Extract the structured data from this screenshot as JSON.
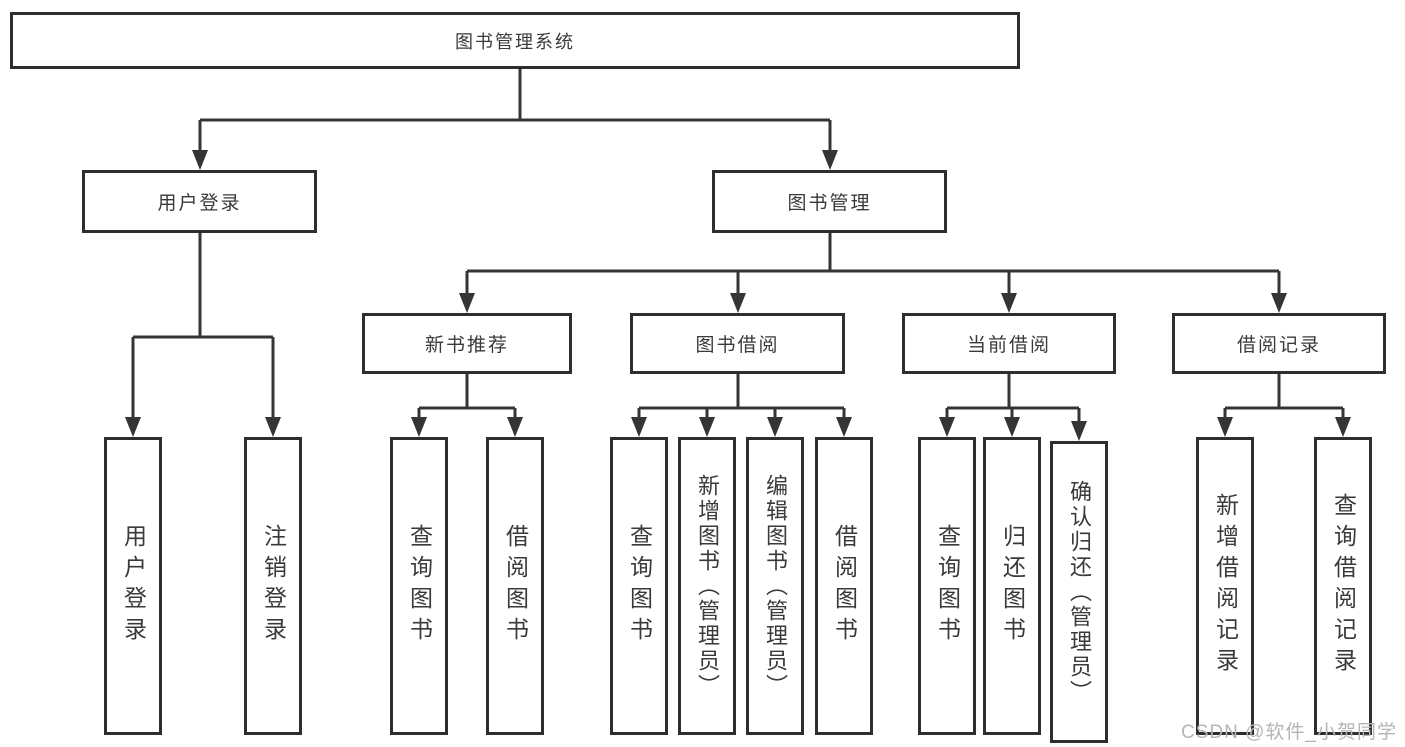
{
  "tree": {
    "root": {
      "label": "图书管理系统",
      "children": [
        {
          "label": "用户登录",
          "children": [
            {
              "label": "用户登录"
            },
            {
              "label": "注销登录"
            }
          ]
        },
        {
          "label": "图书管理",
          "children": [
            {
              "label": "新书推荐",
              "children": [
                {
                  "label": "查询图书"
                },
                {
                  "label": "借阅图书"
                }
              ]
            },
            {
              "label": "图书借阅",
              "children": [
                {
                  "label": "查询图书"
                },
                {
                  "label": "新增图书（管理员）"
                },
                {
                  "label": "编辑图书（管理员）"
                },
                {
                  "label": "借阅图书"
                }
              ]
            },
            {
              "label": "当前借阅",
              "children": [
                {
                  "label": "查询图书"
                },
                {
                  "label": "归还图书"
                },
                {
                  "label": "确认归还（管理员）"
                }
              ]
            },
            {
              "label": "借阅记录",
              "children": [
                {
                  "label": "新增借阅记录"
                },
                {
                  "label": "查询借阅记录"
                }
              ]
            }
          ]
        }
      ]
    }
  },
  "watermark": {
    "text": "CSDN @软件_小贺同学"
  },
  "colors": {
    "line": "#353535",
    "box_border": "#2e2e2e",
    "text": "#3a3a3a",
    "watermark": "#b5b5b5",
    "background": "#ffffff"
  }
}
